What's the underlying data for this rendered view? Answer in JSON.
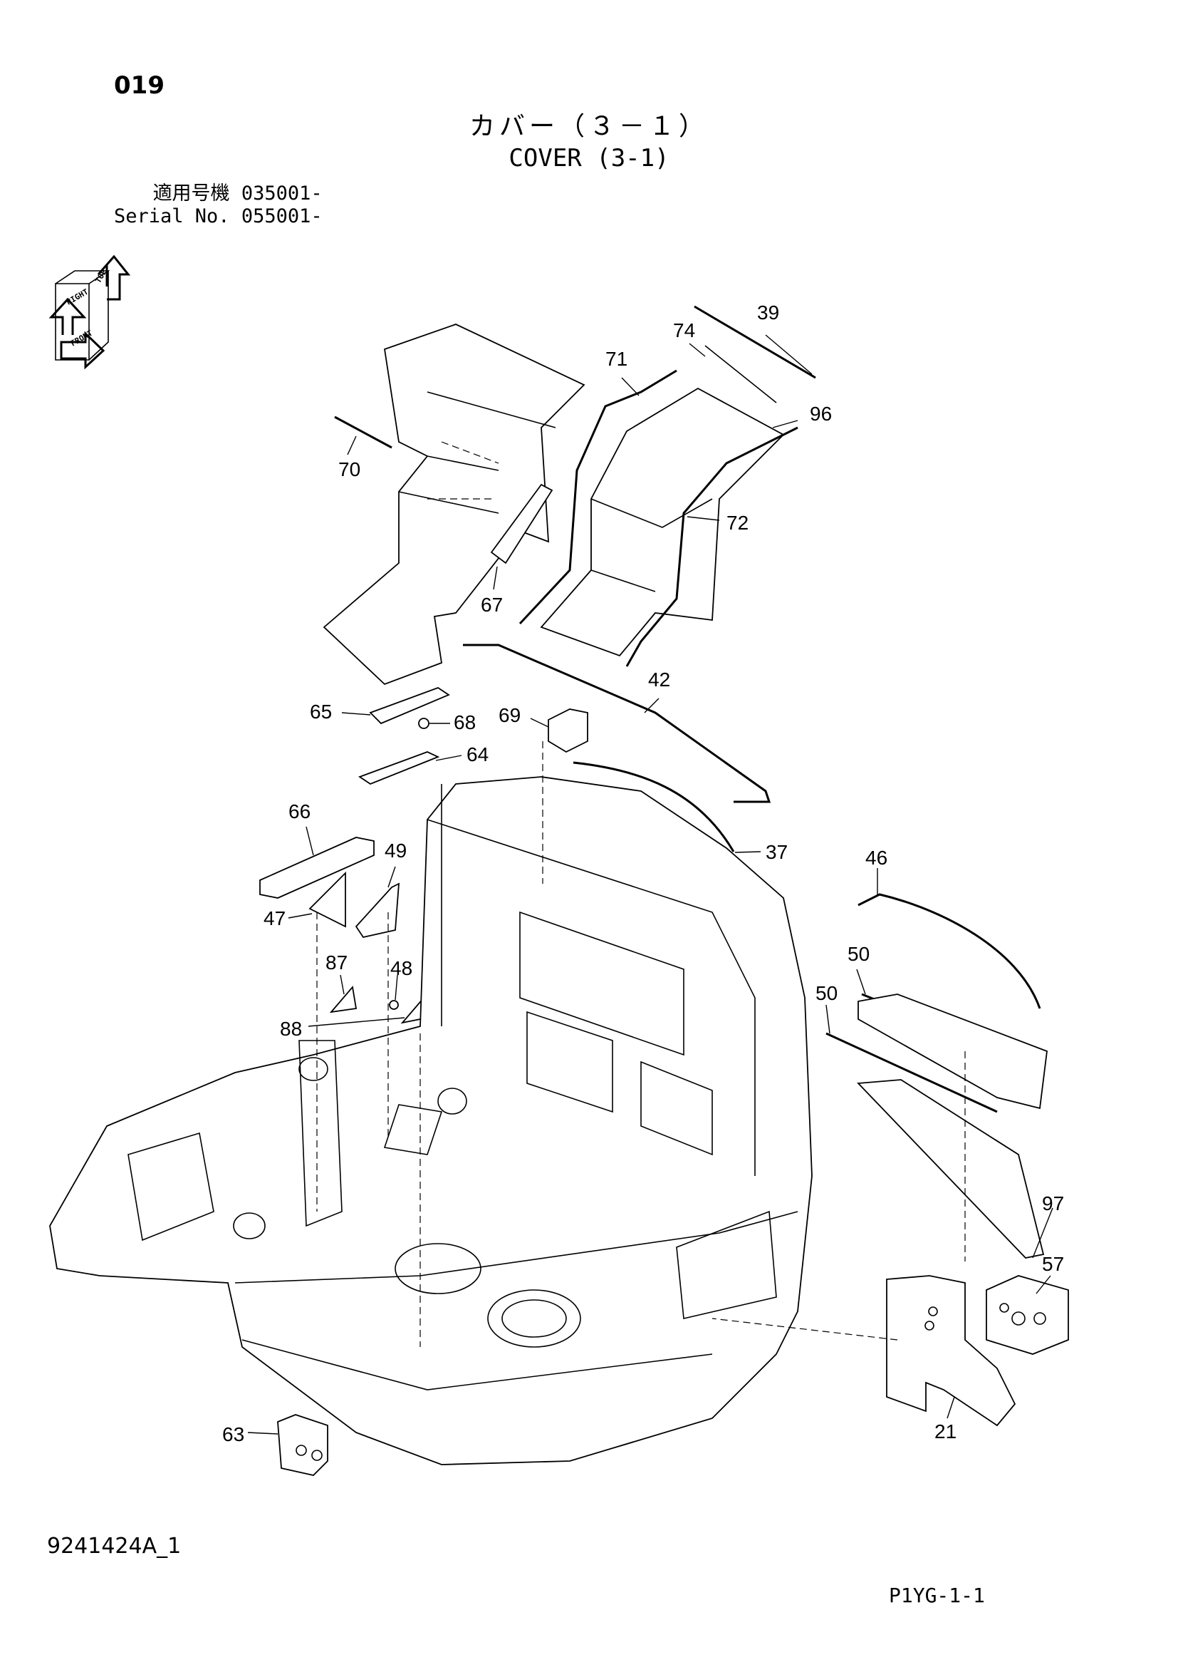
{
  "page": {
    "number": "019",
    "title_jp": "カバー（３－１）",
    "title_en": "COVER (3-1)",
    "serial_jp_label": "適用号機",
    "serial_jp_value": "035001-",
    "serial_en_label": "Serial No.",
    "serial_en_value": "055001-",
    "doc_code": "9241424A_1",
    "page_ref": "P1YG-1-1"
  },
  "orientation_icon": {
    "labels": [
      "TOP",
      "RIGHT",
      "FRONT"
    ]
  },
  "callouts": [
    {
      "id": "c39",
      "text": "39"
    },
    {
      "id": "c74",
      "text": "74"
    },
    {
      "id": "c71",
      "text": "71"
    },
    {
      "id": "c96",
      "text": "96"
    },
    {
      "id": "c70",
      "text": "70"
    },
    {
      "id": "c72",
      "text": "72"
    },
    {
      "id": "c67",
      "text": "67"
    },
    {
      "id": "c42",
      "text": "42"
    },
    {
      "id": "c65",
      "text": "65"
    },
    {
      "id": "c68",
      "text": "68"
    },
    {
      "id": "c69",
      "text": "69"
    },
    {
      "id": "c64",
      "text": "64"
    },
    {
      "id": "c66",
      "text": "66"
    },
    {
      "id": "c37",
      "text": "37"
    },
    {
      "id": "c46",
      "text": "46"
    },
    {
      "id": "c49",
      "text": "49"
    },
    {
      "id": "c47",
      "text": "47"
    },
    {
      "id": "c50a",
      "text": "50"
    },
    {
      "id": "c87",
      "text": "87"
    },
    {
      "id": "c48",
      "text": "48"
    },
    {
      "id": "c50b",
      "text": "50"
    },
    {
      "id": "c88",
      "text": "88"
    },
    {
      "id": "c97",
      "text": "97"
    },
    {
      "id": "c57",
      "text": "57"
    },
    {
      "id": "c63",
      "text": "63"
    },
    {
      "id": "c21",
      "text": "21"
    }
  ]
}
